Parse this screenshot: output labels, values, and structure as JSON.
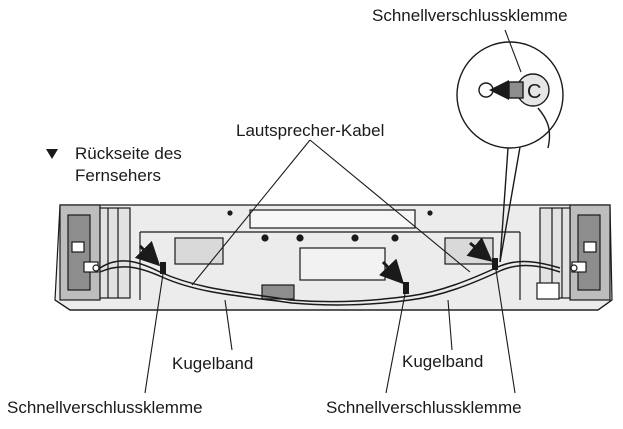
{
  "labels": {
    "clamp_top": "Schnellverschlussklemme",
    "speaker_cable": "Lautsprecher-Kabel",
    "rear_line1": "Rückseite des",
    "rear_line2": "Fernsehers",
    "ballband_left": "Kugelband",
    "ballband_right": "Kugelband",
    "clamp_bottom_left": "Schnellverschlussklemme",
    "clamp_bottom_right": "Schnellverschlussklemme"
  },
  "icons": {
    "heading_marker": "down-triangle-icon",
    "clamp_arrows": "arrow-icon"
  },
  "colors": {
    "line": "#1a1a1a",
    "panel_fill": "#ececec",
    "panel_dark": "#9a9a9a"
  }
}
